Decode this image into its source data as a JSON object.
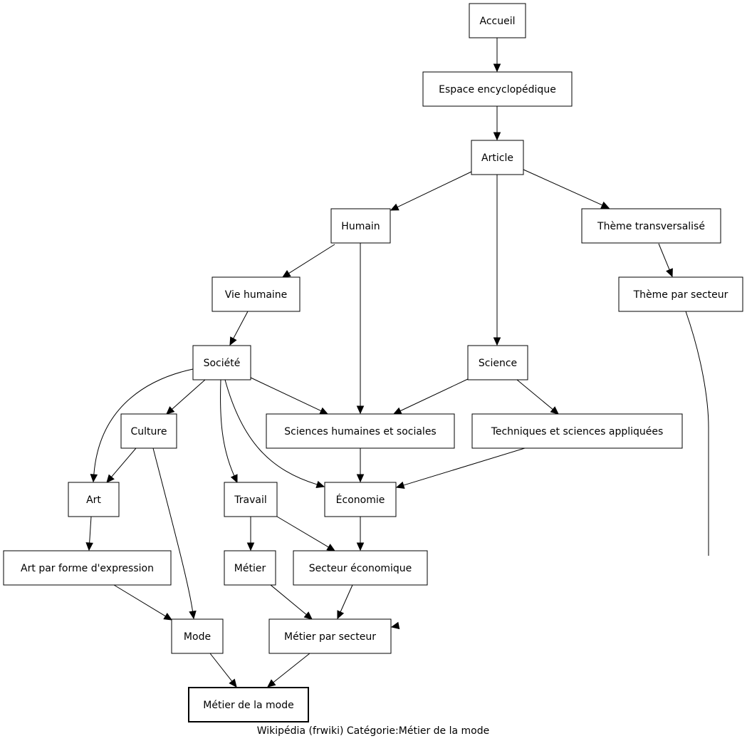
{
  "caption": "Wikipédia (frwiki) Catégorie:Métier de la mode",
  "nodes": [
    {
      "id": "accueil",
      "label": "Accueil"
    },
    {
      "id": "espace",
      "label": "Espace encyclopédique"
    },
    {
      "id": "article",
      "label": "Article"
    },
    {
      "id": "humain",
      "label": "Humain"
    },
    {
      "id": "theme-transversalise",
      "label": "Thème transversalisé"
    },
    {
      "id": "vie-humaine",
      "label": "Vie humaine"
    },
    {
      "id": "theme-par-secteur",
      "label": "Thème par secteur"
    },
    {
      "id": "societe",
      "label": "Société"
    },
    {
      "id": "science",
      "label": "Science"
    },
    {
      "id": "culture",
      "label": "Culture"
    },
    {
      "id": "sciences-humaines",
      "label": "Sciences humaines et sociales"
    },
    {
      "id": "techniques",
      "label": "Techniques et sciences appliquées"
    },
    {
      "id": "art",
      "label": "Art"
    },
    {
      "id": "travail",
      "label": "Travail"
    },
    {
      "id": "economie",
      "label": "Économie"
    },
    {
      "id": "art-par-forme",
      "label": "Art par forme d'expression"
    },
    {
      "id": "metier",
      "label": "Métier"
    },
    {
      "id": "secteur-economique",
      "label": "Secteur économique"
    },
    {
      "id": "mode",
      "label": "Mode"
    },
    {
      "id": "metier-par-secteur",
      "label": "Métier par secteur"
    },
    {
      "id": "metier-de-la-mode",
      "label": "Métier de la mode",
      "target": true
    }
  ],
  "edges": [
    {
      "from": "accueil",
      "to": "espace"
    },
    {
      "from": "espace",
      "to": "article"
    },
    {
      "from": "article",
      "to": "humain"
    },
    {
      "from": "article",
      "to": "theme-transversalise"
    },
    {
      "from": "article",
      "to": "science"
    },
    {
      "from": "humain",
      "to": "vie-humaine"
    },
    {
      "from": "humain",
      "to": "sciences-humaines"
    },
    {
      "from": "theme-transversalise",
      "to": "theme-par-secteur"
    },
    {
      "from": "theme-par-secteur",
      "to": "metier-par-secteur"
    },
    {
      "from": "vie-humaine",
      "to": "societe"
    },
    {
      "from": "societe",
      "to": "culture"
    },
    {
      "from": "societe",
      "to": "art"
    },
    {
      "from": "societe",
      "to": "sciences-humaines"
    },
    {
      "from": "societe",
      "to": "travail"
    },
    {
      "from": "societe",
      "to": "economie"
    },
    {
      "from": "science",
      "to": "sciences-humaines"
    },
    {
      "from": "science",
      "to": "techniques"
    },
    {
      "from": "culture",
      "to": "art"
    },
    {
      "from": "culture",
      "to": "mode"
    },
    {
      "from": "sciences-humaines",
      "to": "economie"
    },
    {
      "from": "techniques",
      "to": "economie"
    },
    {
      "from": "art",
      "to": "art-par-forme"
    },
    {
      "from": "art-par-forme",
      "to": "mode"
    },
    {
      "from": "travail",
      "to": "metier"
    },
    {
      "from": "travail",
      "to": "secteur-economique"
    },
    {
      "from": "economie",
      "to": "secteur-economique"
    },
    {
      "from": "metier",
      "to": "metier-par-secteur"
    },
    {
      "from": "secteur-economique",
      "to": "metier-par-secteur"
    },
    {
      "from": "mode",
      "to": "metier-de-la-mode"
    },
    {
      "from": "metier-par-secteur",
      "to": "metier-de-la-mode"
    }
  ]
}
